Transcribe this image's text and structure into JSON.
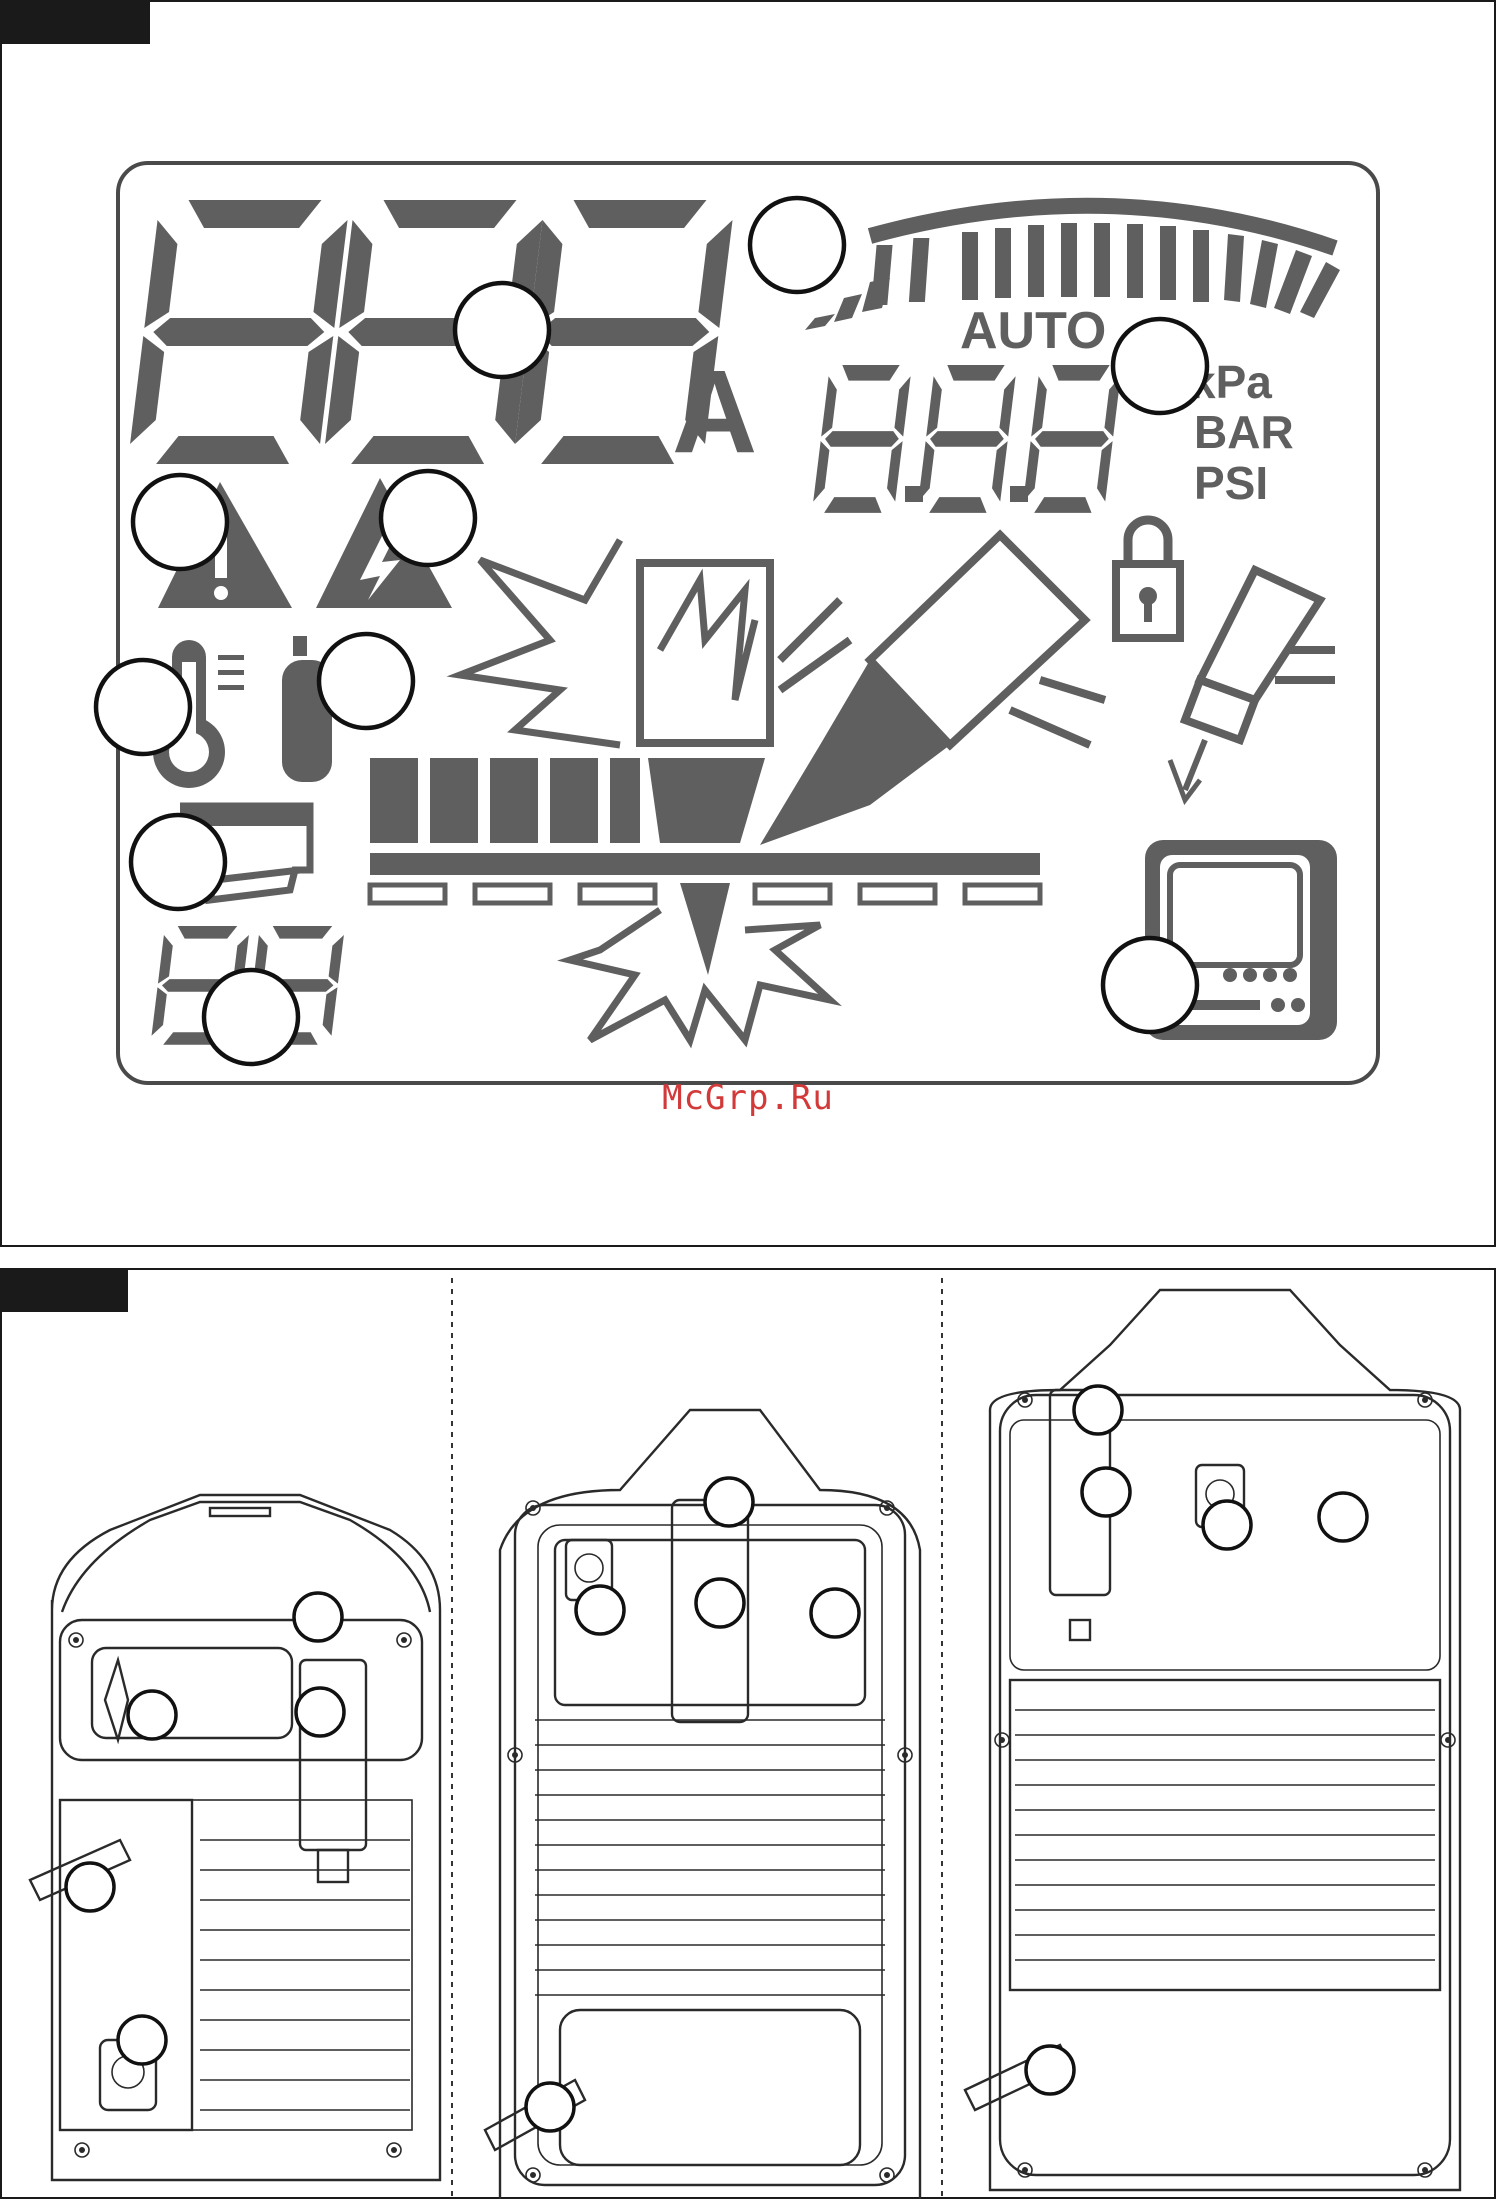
{
  "lcd": {
    "unit_current": "A",
    "auto_label": "AUTO",
    "pressure_units": [
      "kPa",
      "BAR",
      "PSI"
    ]
  },
  "watermark": "McGrp.Ru",
  "colors": {
    "lcd_segments": "#5f5f5f",
    "frame": "#1a1a1a",
    "watermark": "#d23a3a",
    "callout_fill": "#ffffff"
  },
  "icons": [
    "warning-icon",
    "electrical-hazard-icon",
    "thermometer-icon",
    "gas-cylinder-icon",
    "wire-feeder-icon",
    "lock-icon",
    "mig-torch-icon",
    "remote-control-icon",
    "arc-spark-icon",
    "electrode-holder-icon"
  ]
}
